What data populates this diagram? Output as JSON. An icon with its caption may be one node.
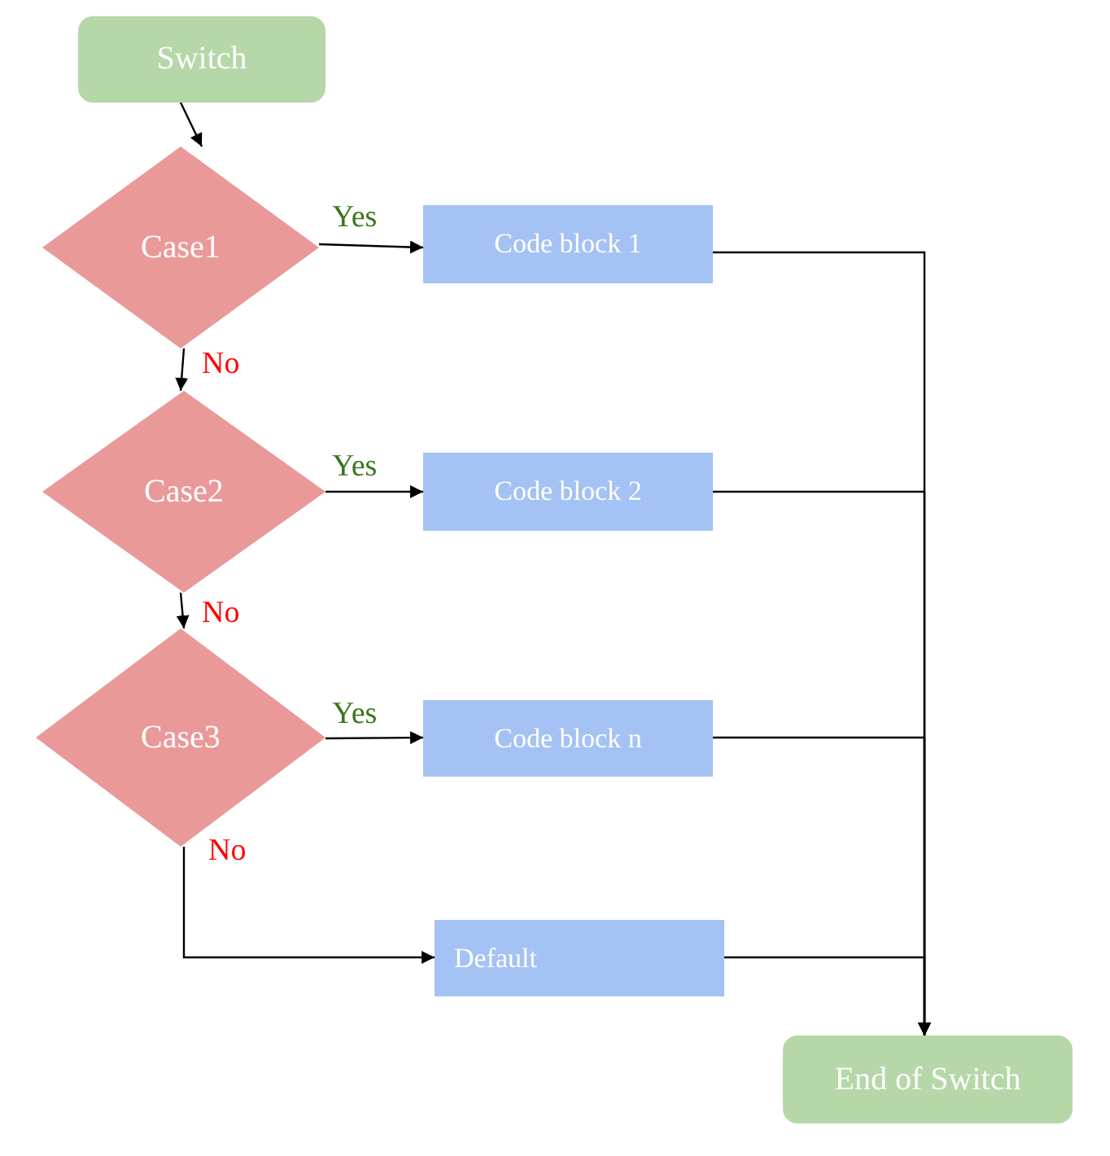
{
  "diagram": {
    "nodes": [
      {
        "text": [
          "Switch"
        ]
      },
      {
        "text": [
          "Case1"
        ]
      },
      {
        "text": [
          "Code block 1"
        ]
      },
      {
        "text": [
          "Case2"
        ]
      },
      {
        "text": [
          "Code block 2"
        ]
      },
      {
        "text": [
          "Case3"
        ]
      },
      {
        "text": [
          "Code block n"
        ]
      },
      {
        "text": [
          "Default"
        ]
      },
      {
        "text": [
          "End of Switch"
        ]
      }
    ],
    "edges": [
      {
        "from": 0,
        "to": 1,
        "arrow": "to"
      },
      {
        "from": 1,
        "to": 2,
        "arrow": "to",
        "label": "Yes"
      },
      {
        "from": 1,
        "to": 3,
        "arrow": "to",
        "label": "No"
      },
      {
        "from": 3,
        "to": 4,
        "arrow": "to",
        "label": "Yes"
      },
      {
        "from": 3,
        "to": 5,
        "arrow": "to",
        "label": "No"
      },
      {
        "from": 5,
        "to": 6,
        "arrow": "to",
        "label": "Yes"
      },
      {
        "from": 5,
        "to": 7,
        "arrow": "to",
        "label": "No"
      },
      {
        "from": 2,
        "to": 8,
        "arrow": "to"
      },
      {
        "from": 4,
        "to": 8,
        "arrow": "to"
      },
      {
        "from": 6,
        "to": 8,
        "arrow": "to"
      },
      {
        "from": 7,
        "to": 8,
        "arrow": "to"
      }
    ]
  }
}
